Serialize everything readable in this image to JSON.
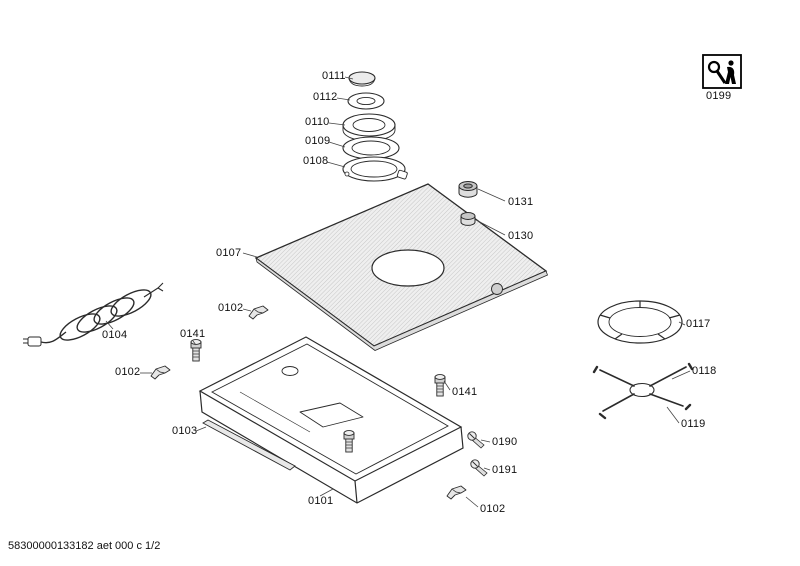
{
  "page": {
    "background": "#ffffff",
    "line_color": "#2b2b2b"
  },
  "footer": {
    "text": "58300000133182 aet 000 c 1/2"
  },
  "icons": {
    "service_tool": "wrench-service-icon"
  },
  "labels": {
    "cap_0111": "0111",
    "ring_0112": "0112",
    "head_0110": "0110",
    "body_0109": "0109",
    "base_0108": "0108",
    "knob_0131": "0131",
    "knob_0130": "0130",
    "panel_0107": "0107",
    "clip_top_0102": "0102",
    "cord_0104": "0104",
    "bolt_left_0141": "0141",
    "clip_left_0102": "0102",
    "rail_0103": "0103",
    "bolt_right_0141": "0141",
    "screw_0190": "0190",
    "screw_0191": "0191",
    "tray_0101": "0101",
    "clip_bottom_0102": "0102",
    "ring_0117": "0117",
    "support_0118": "0118",
    "trivet_0119": "0119",
    "service_0199": "0199"
  }
}
